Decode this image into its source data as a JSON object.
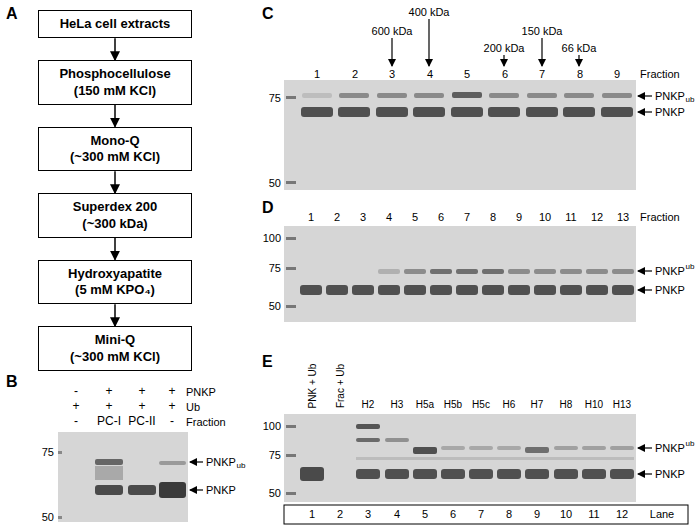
{
  "diagram": {
    "nodes": [
      {
        "text": [
          "HeLa cell extracts"
        ]
      },
      {
        "text": [
          "Phosphocellulose",
          "(150 mM KCl)"
        ]
      },
      {
        "text": [
          "Mono-Q",
          "(~300 mM KCl)"
        ]
      },
      {
        "text": [
          "Superdex 200",
          "(~300 kDa)"
        ]
      },
      {
        "text": [
          "Hydroxyapatite",
          "(5 mM KPO₄)"
        ]
      },
      {
        "text": [
          "Mini-Q",
          "(~300 mM KCl)"
        ]
      }
    ],
    "edges": [
      {
        "from": 0,
        "to": 1,
        "arrow": "to"
      },
      {
        "from": 1,
        "to": 2,
        "arrow": "to"
      },
      {
        "from": 2,
        "to": 3,
        "arrow": "to"
      },
      {
        "from": 3,
        "to": 4,
        "arrow": "to"
      },
      {
        "from": 4,
        "to": 5,
        "arrow": "to"
      }
    ],
    "labels": [
      "A",
      "B",
      "-",
      "+",
      "+",
      "+",
      "PNKP",
      "+",
      "+",
      "+",
      "+",
      "Ub",
      "-",
      "PC-I",
      "PC-II",
      "-",
      "Fraction",
      "75",
      "50",
      "PNKP",
      "ub",
      "PNKP",
      "C",
      "600 kDa",
      "400 kDa",
      "200 kDa",
      "150 kDa",
      "66 kDa",
      "1",
      "2",
      "3",
      "4",
      "5",
      "6",
      "7",
      "8",
      "9",
      "Fraction",
      "75",
      "50",
      "PNKP",
      "ub",
      "PNKP",
      "D",
      "1",
      "2",
      "3",
      "4",
      "5",
      "6",
      "7",
      "8",
      "9",
      "10",
      "11",
      "12",
      "13",
      "Fraction",
      "100",
      "75",
      "50",
      "PNKP",
      "ub",
      "PNKP",
      "E",
      "PNK + Ub",
      "Frac + Ub",
      "H2",
      "H3",
      "H5a",
      "H5b",
      "H5c",
      "H6",
      "H7",
      "H8",
      "H10",
      "H13",
      "100",
      "75",
      "50",
      "PNKP",
      "ub",
      "PNKP",
      "1",
      "2",
      "3",
      "4",
      "5",
      "6",
      "7",
      "8",
      "9",
      "10",
      "11",
      "12",
      "Lane"
    ]
  }
}
